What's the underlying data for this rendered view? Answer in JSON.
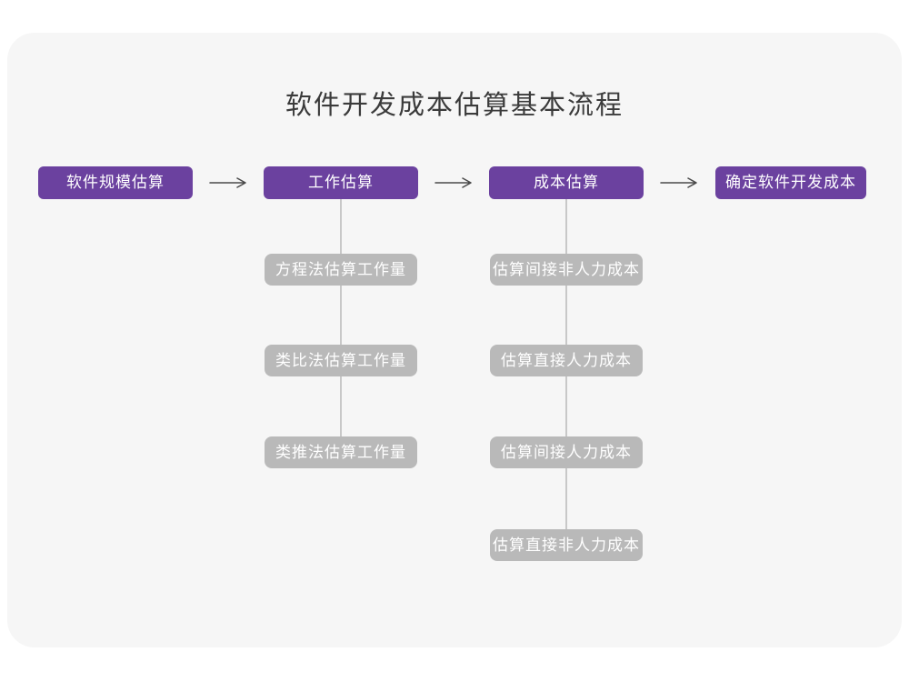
{
  "title": "软件开发成本估算基本流程",
  "colors": {
    "page_background": "#ffffff",
    "card_background": "#f6f6f6",
    "primary_box": "#6b419f",
    "secondary_box": "#b9b9b9",
    "connector_line": "#c8c8c8",
    "arrow": "#4a4a4a",
    "title_text": "#3b3b3b",
    "box_text": "#ffffff"
  },
  "flow": {
    "main_steps": [
      {
        "label": "软件规模估算"
      },
      {
        "label": "工作估算"
      },
      {
        "label": "成本估算"
      },
      {
        "label": "确定软件开发成本"
      }
    ],
    "work_estimation_substeps": [
      {
        "label": "方程法估算工作量"
      },
      {
        "label": "类比法估算工作量"
      },
      {
        "label": "类推法估算工作量"
      }
    ],
    "cost_estimation_substeps": [
      {
        "label": "估算间接非人力成本"
      },
      {
        "label": "估算直接人力成本"
      },
      {
        "label": "估算间接人力成本"
      },
      {
        "label": "估算直接非人力成本"
      }
    ]
  }
}
